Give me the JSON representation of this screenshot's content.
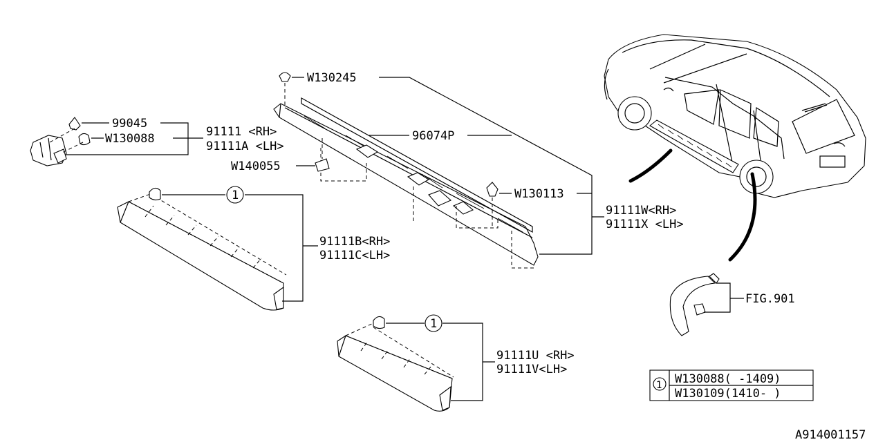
{
  "labels": {
    "clip_99045": "99045",
    "clip_w130088": "W130088",
    "clip_w130245": "W130245",
    "molding_96074p": "96074P",
    "clip_w140055": "W140055",
    "clip_w130113": "W130113",
    "cover_rh_91111": "91111  <RH>",
    "cover_lh_91111a": "91111A <LH>",
    "molding_rh_91111w": "91111W<RH>",
    "molding_lh_91111x": "91111X <LH>",
    "front_rh_91111b": "91111B<RH>",
    "front_lh_91111c": "91111C<LH>",
    "rear_rh_91111u": "91111U <RH>",
    "rear_lh_91111v": "91111V<LH>",
    "fig_ref": "FIG.901",
    "callout_1": "1",
    "callout_2": "1",
    "diagram_id": "A914001157"
  },
  "legend": {
    "symbol": "1",
    "row1": "W130088(  -1409)",
    "row2": "W130109(1410-   )"
  }
}
